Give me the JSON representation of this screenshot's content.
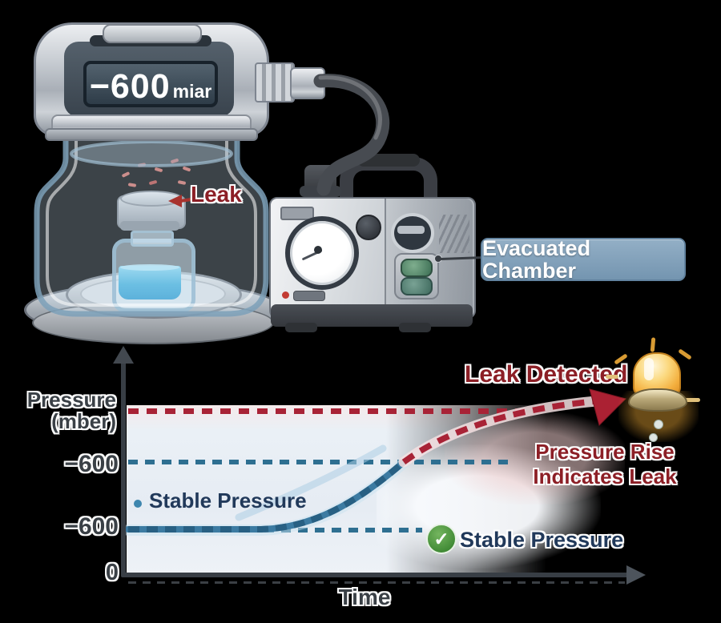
{
  "scene": {
    "background": "#000000"
  },
  "chamber": {
    "display_value": "−600",
    "display_unit": "miar",
    "leak_label": "Leak",
    "callout_label": "Evacuated Chamber",
    "callout_bg": "#7d9cb9"
  },
  "chart": {
    "ylabel_line1": "Pressure",
    "ylabel_line2": "(mber)",
    "tick_upper": "−600",
    "tick_lower": "−600",
    "tick_zero": "0",
    "xlabel": "Time",
    "leak_detected": "Leak Detected",
    "pressure_rise_line1": "Pressure Rise",
    "pressure_rise_line2": "Indicates Leak",
    "stable_label_curve": "Stable Pressure",
    "stable_label_check": "Stable Pressure"
  },
  "icons": {
    "check": {
      "name": "check-icon",
      "glyph": "✓"
    },
    "alarm": {
      "name": "alarm-siren-icon"
    }
  },
  "colors": {
    "accent_red": "#a82336",
    "accent_teal": "#2e6f91",
    "curve_blue": "#3c7ba2",
    "label_red": "#8c1f26",
    "label_navy": "#21395a",
    "callout_bg": "#7d9cb9",
    "alarm_gold": "#f3ae3d",
    "check_green": "#3f8934"
  },
  "chart_data": {
    "type": "line",
    "title": "",
    "xlabel": "Time",
    "ylabel": "Pressure (mber)",
    "x_tick_labels": [],
    "y_tick_labels": [
      "0",
      "−600",
      "−600"
    ],
    "grid": false,
    "series": [
      {
        "name": "stable-pressure-phase",
        "style": "solid",
        "color": "#3c7ba2",
        "x": [
          0,
          1,
          2,
          3,
          4,
          5,
          6
        ],
        "y": [
          -600,
          -600,
          -600,
          -597,
          -585,
          -565,
          -540
        ]
      },
      {
        "name": "leak-pressure-rise-phase",
        "style": "dashed",
        "color": "#a82336",
        "x": [
          6,
          7,
          8,
          9,
          10
        ],
        "y": [
          -540,
          -520,
          -505,
          -496,
          -492
        ]
      }
    ],
    "reference_lines": [
      {
        "label": "leak-alarm-level",
        "style": "dashed",
        "color": "#a82336",
        "y": -480
      },
      {
        "label": "−600 upper tick level",
        "style": "dashed",
        "color": "#2e6f91",
        "y": -540
      },
      {
        "label": "−600 baseline level",
        "style": "dashed",
        "color": "#2e6f91",
        "y": -600
      }
    ],
    "annotations": [
      {
        "text": "Leak Detected",
        "color": "#8c1f26",
        "marker": "alarm-siren-icon"
      },
      {
        "text": "Pressure Rise Indicates Leak",
        "color": "#8c1f26"
      },
      {
        "text": "Stable Pressure",
        "color": "#21395a",
        "marker": "blue-dot"
      },
      {
        "text": "Stable Pressure",
        "color": "#21395a",
        "marker": "green-check"
      }
    ]
  }
}
